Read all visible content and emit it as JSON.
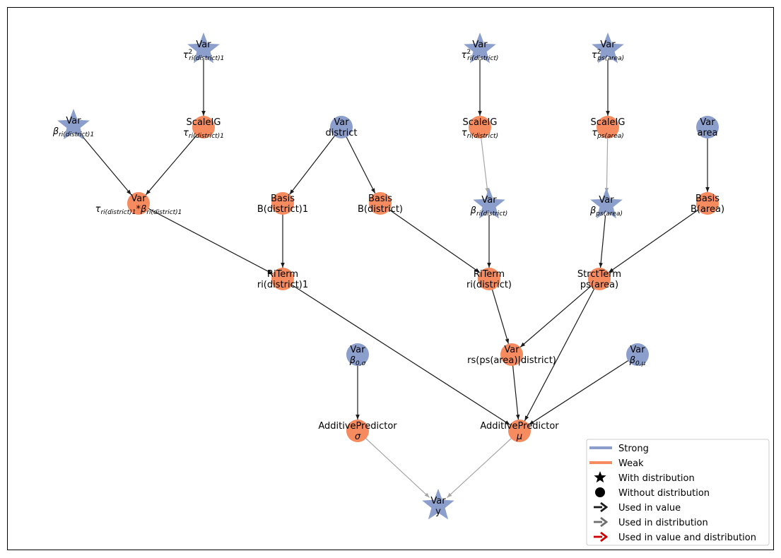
{
  "colors": {
    "strong": "#8c9ecb",
    "weak": "#f68b60",
    "edge_value": "#1a1a1a",
    "edge_distribution": "#a6a6a6",
    "edge_both": "#cc0000"
  },
  "nodes": [
    {
      "id": "tau2_rid1",
      "line1": "Var",
      "line2": "τ²ri(district)1",
      "line2_base": "τ",
      "line2_sup": "2",
      "line2_sub": "ri(district)1",
      "kind": "strong",
      "shape": "star"
    },
    {
      "id": "tau2_rid",
      "line1": "Var",
      "line2": "τ²ri(district)",
      "line2_base": "τ",
      "line2_sup": "2",
      "line2_sub": "ri(district)",
      "kind": "strong",
      "shape": "star"
    },
    {
      "id": "tau2_ps",
      "line1": "Var",
      "line2": "τ²ps(area)",
      "line2_base": "τ",
      "line2_sup": "2",
      "line2_sub": "ps(area)",
      "kind": "strong",
      "shape": "star"
    },
    {
      "id": "beta_rid1",
      "line1": "Var",
      "line2": "βri(district)1",
      "line2_base": "β",
      "line2_sub": "ri(district)1",
      "kind": "strong",
      "shape": "star"
    },
    {
      "id": "scale_rid1",
      "line1": "ScaleIG",
      "line2": "τri(district)1",
      "line2_base": "τ",
      "line2_sub": "ri(district)1",
      "kind": "weak",
      "shape": "circle"
    },
    {
      "id": "var_district",
      "line1": "Var",
      "line2": "district",
      "kind": "strong",
      "shape": "circle"
    },
    {
      "id": "scale_rid",
      "line1": "ScaleIG",
      "line2": "τri(district)",
      "line2_base": "τ",
      "line2_sub": "ri(district)",
      "kind": "weak",
      "shape": "circle"
    },
    {
      "id": "scale_ps",
      "line1": "ScaleIG",
      "line2": "τps(area)",
      "line2_base": "τ",
      "line2_sub": "ps(area)",
      "kind": "weak",
      "shape": "circle"
    },
    {
      "id": "var_area",
      "line1": "Var",
      "line2": "area",
      "kind": "strong",
      "shape": "circle"
    },
    {
      "id": "var_prod",
      "line1": "Var",
      "line2": "τri(district)1*βri(district)1",
      "kind": "weak",
      "shape": "circle",
      "rich": "prod"
    },
    {
      "id": "basis_d1",
      "line1": "Basis",
      "line2": "B(district)1",
      "kind": "weak",
      "shape": "circle"
    },
    {
      "id": "basis_d",
      "line1": "Basis",
      "line2": "B(district)",
      "kind": "weak",
      "shape": "circle"
    },
    {
      "id": "beta_rid",
      "line1": "Var",
      "line2": "βri(district)",
      "line2_base": "β",
      "line2_sub": "ri(district)",
      "kind": "strong",
      "shape": "star"
    },
    {
      "id": "beta_ps",
      "line1": "Var",
      "line2": "βps(area)",
      "line2_base": "β",
      "line2_sub": "ps(area)",
      "kind": "strong",
      "shape": "star"
    },
    {
      "id": "basis_area",
      "line1": "Basis",
      "line2": "B(area)",
      "kind": "weak",
      "shape": "circle"
    },
    {
      "id": "riterm_d1",
      "line1": "RiTerm",
      "line2": "ri(district)1",
      "kind": "weak",
      "shape": "circle"
    },
    {
      "id": "riterm_d",
      "line1": "RiTerm",
      "line2": "ri(district)",
      "kind": "weak",
      "shape": "circle"
    },
    {
      "id": "strct_ps",
      "line1": "StrctTerm",
      "line2": "ps(area)",
      "kind": "weak",
      "shape": "circle"
    },
    {
      "id": "var_rs",
      "line1": "Var",
      "line2": "rs(ps(area)|district)",
      "kind": "weak",
      "shape": "circle"
    },
    {
      "id": "beta0_sigma",
      "line1": "Var",
      "line2": "β0,σ",
      "line2_base": "β",
      "line2_sub": "0,σ",
      "kind": "strong",
      "shape": "circle"
    },
    {
      "id": "beta0_mu",
      "line1": "Var",
      "line2": "β0,μ",
      "line2_base": "β",
      "line2_sub": "0,μ",
      "kind": "strong",
      "shape": "circle"
    },
    {
      "id": "ap_sigma",
      "line1": "AdditivePredictor",
      "line2": "σ",
      "line2_base": "σ",
      "kind": "weak",
      "shape": "circle"
    },
    {
      "id": "ap_mu",
      "line1": "AdditivePredictor",
      "line2": "μ",
      "line2_base": "μ",
      "kind": "weak",
      "shape": "circle"
    },
    {
      "id": "var_y",
      "line1": "Var",
      "line2": "y",
      "kind": "strong",
      "shape": "star"
    }
  ],
  "edges": [
    {
      "from": "tau2_rid1",
      "to": "scale_rid1",
      "type": "value"
    },
    {
      "from": "tau2_rid",
      "to": "scale_rid",
      "type": "value"
    },
    {
      "from": "tau2_ps",
      "to": "scale_ps",
      "type": "value"
    },
    {
      "from": "beta_rid1",
      "to": "var_prod",
      "type": "value"
    },
    {
      "from": "scale_rid1",
      "to": "var_prod",
      "type": "value"
    },
    {
      "from": "var_district",
      "to": "basis_d1",
      "type": "value"
    },
    {
      "from": "var_district",
      "to": "basis_d",
      "type": "value"
    },
    {
      "from": "scale_rid",
      "to": "beta_rid",
      "type": "distribution"
    },
    {
      "from": "scale_ps",
      "to": "beta_ps",
      "type": "distribution"
    },
    {
      "from": "var_area",
      "to": "basis_area",
      "type": "value"
    },
    {
      "from": "var_prod",
      "to": "riterm_d1",
      "type": "value"
    },
    {
      "from": "basis_d1",
      "to": "riterm_d1",
      "type": "value"
    },
    {
      "from": "basis_d",
      "to": "riterm_d",
      "type": "value"
    },
    {
      "from": "beta_rid",
      "to": "riterm_d",
      "type": "value"
    },
    {
      "from": "beta_ps",
      "to": "strct_ps",
      "type": "value"
    },
    {
      "from": "basis_area",
      "to": "strct_ps",
      "type": "value"
    },
    {
      "from": "riterm_d",
      "to": "var_rs",
      "type": "value"
    },
    {
      "from": "strct_ps",
      "to": "var_rs",
      "type": "value"
    },
    {
      "from": "riterm_d1",
      "to": "ap_mu",
      "type": "value"
    },
    {
      "from": "var_rs",
      "to": "ap_mu",
      "type": "value"
    },
    {
      "from": "strct_ps",
      "to": "ap_mu",
      "type": "value"
    },
    {
      "from": "beta0_mu",
      "to": "ap_mu",
      "type": "value"
    },
    {
      "from": "beta0_sigma",
      "to": "ap_sigma",
      "type": "value"
    },
    {
      "from": "ap_sigma",
      "to": "var_y",
      "type": "distribution"
    },
    {
      "from": "ap_mu",
      "to": "var_y",
      "type": "distribution"
    }
  ],
  "legend": [
    {
      "label": "Strong",
      "marker": "line-strong"
    },
    {
      "label": "Weak",
      "marker": "line-weak"
    },
    {
      "label": "With distribution",
      "marker": "star"
    },
    {
      "label": "Without distribution",
      "marker": "circle"
    },
    {
      "label": "Used in value",
      "marker": "arrow-value"
    },
    {
      "label": "Used in distribution",
      "marker": "arrow-distribution"
    },
    {
      "label": "Used in value and distribution",
      "marker": "arrow-both"
    }
  ]
}
